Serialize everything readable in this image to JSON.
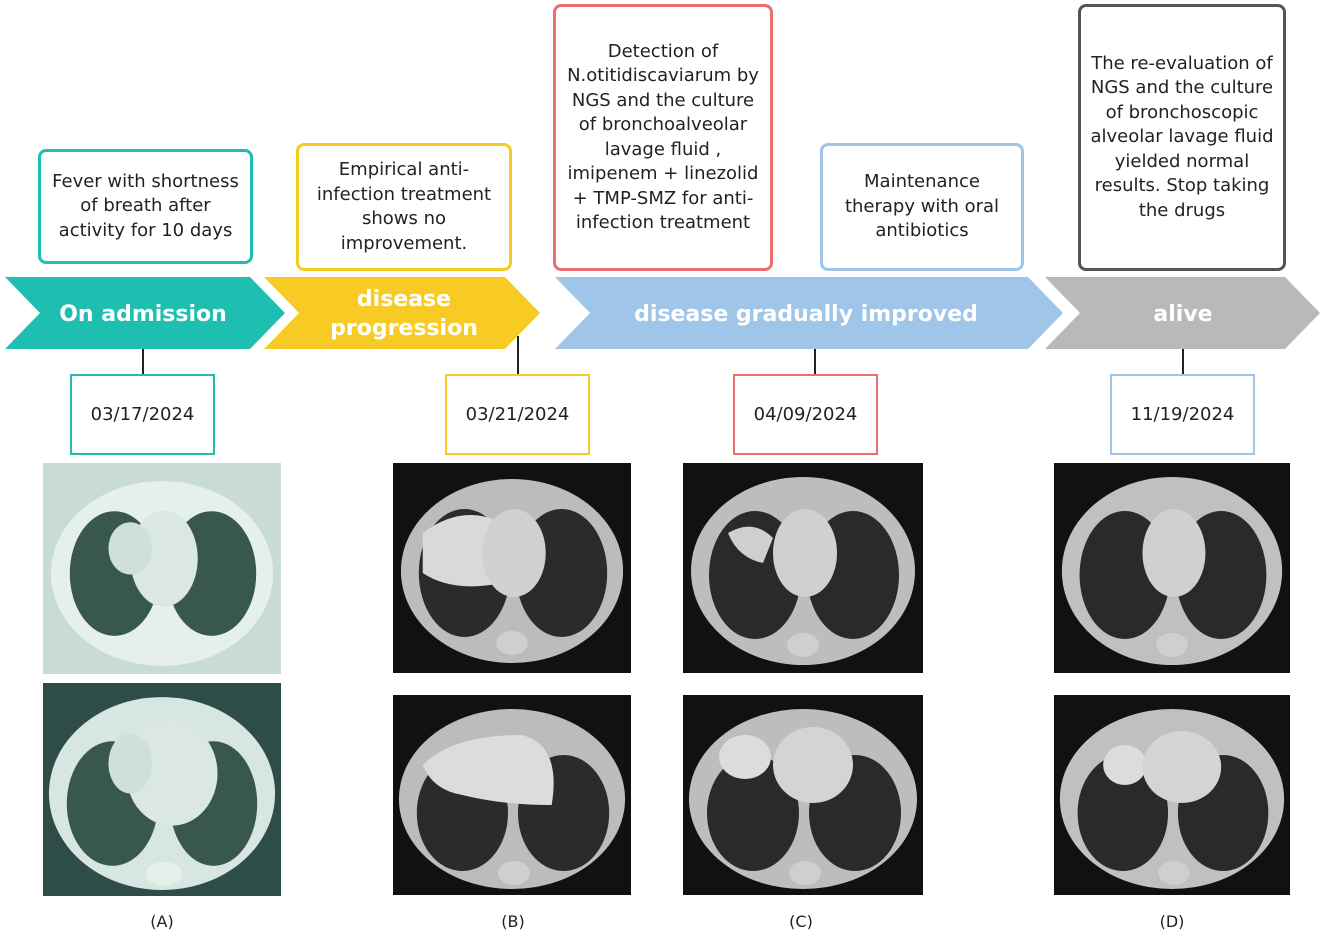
{
  "phases": [
    {
      "label": "On admission",
      "color": "#1ebfb0"
    },
    {
      "label": "disease",
      "label2": "progression",
      "color": "#f7cb24"
    },
    {
      "label": "disease gradually improved",
      "color": "#9fc5e8"
    },
    {
      "label": "alive",
      "color": "#b9b9b9"
    }
  ],
  "notes": [
    {
      "text": "Fever with shortness of breath after activity for 10 days",
      "color": "#1ebfb0"
    },
    {
      "text": "Empirical anti-infection treatment shows no improvement.",
      "color": "#f7cb24"
    },
    {
      "text": "Detection of N.otitidiscaviarum by NGS and the culture of bronchoalveolar lavage fluid , imipenem + linezolid + TMP-SMZ for anti-infection treatment",
      "color": "#e8706c"
    },
    {
      "text": "Maintenance therapy with oral antibiotics",
      "color": "#9fc5e8"
    },
    {
      "text": "The re-evaluation of NGS and the culture of bronchoscopic alveolar lavage fluid yielded normal results. Stop taking the drugs",
      "color": "#555555"
    }
  ],
  "dates": [
    {
      "text": "03/17/2024",
      "color": "#1ebfb0"
    },
    {
      "text": "03/21/2024",
      "color": "#f7cb24"
    },
    {
      "text": "04/09/2024",
      "color": "#e8706c"
    },
    {
      "text": "11/19/2024",
      "color": "#9fc5e8"
    }
  ],
  "captions": [
    "(A)",
    "(B)",
    "(C)",
    "(D)"
  ]
}
